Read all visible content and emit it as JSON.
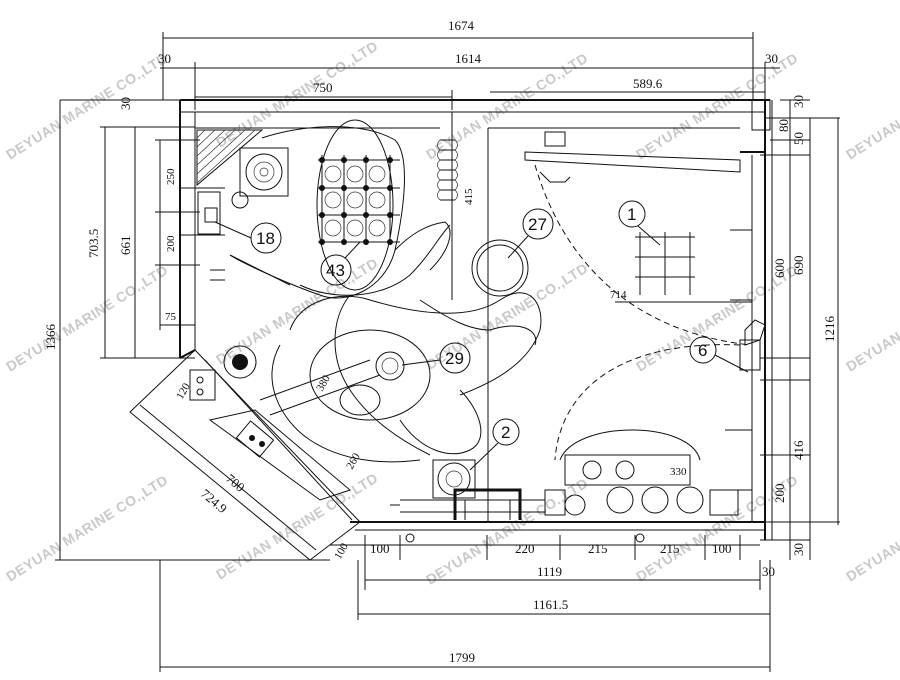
{
  "dimensions": {
    "top_overall": "1674",
    "top_inner": "1614",
    "top_left_30": "30",
    "top_right_30": "30",
    "width_750": "750",
    "width_589": "589.6",
    "right_30": "30",
    "right_80": "80",
    "right_50": "50",
    "right_600": "600",
    "right_690": "690",
    "right_1216": "1216",
    "right_416": "416",
    "right_200": "200",
    "right_bottom_30": "30",
    "left_1366": "1366",
    "left_703": "703.5",
    "left_661": "661",
    "left_250": "250",
    "left_200": "200",
    "left_75": "75",
    "left_30": "30",
    "inner_415": "415",
    "inner_714": "714",
    "inner_380": "380",
    "inner_260": "260",
    "inner_120": "120",
    "inner_330": "330",
    "diag_700": "700",
    "diag_724": "724.9",
    "bottom_100_left": "100",
    "bottom_100_a": "100",
    "bottom_220": "220",
    "bottom_215_a": "215",
    "bottom_215_b": "215",
    "bottom_100_b": "100",
    "bottom_1119": "1119",
    "bottom_30": "30",
    "bottom_1161": "1161.5",
    "bottom_1799": "1799"
  },
  "callouts": {
    "c1": "1",
    "c2": "2",
    "c6": "6",
    "c18": "18",
    "c27": "27",
    "c29": "29",
    "c43": "43"
  },
  "watermark": "DEYUAN MARINE CO.,LTD"
}
